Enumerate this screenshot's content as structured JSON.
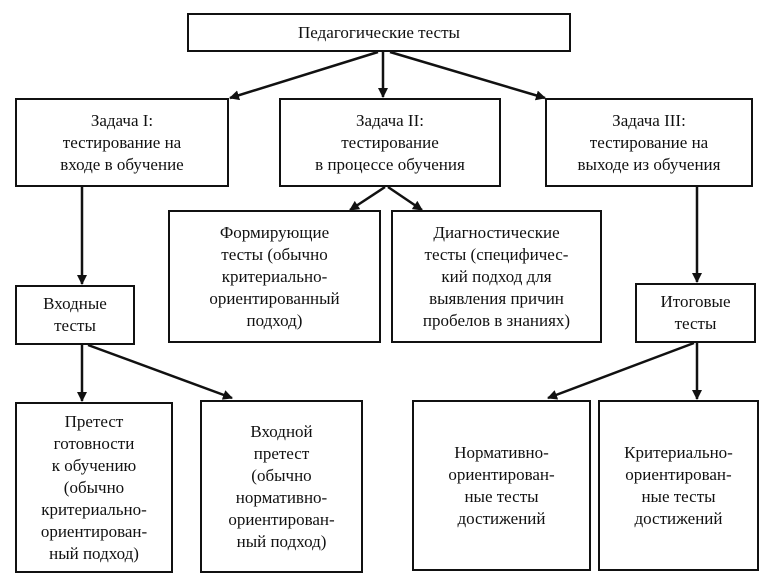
{
  "diagram": {
    "root": {
      "label": "Педагогические тесты"
    },
    "tasks": [
      {
        "id": "task1",
        "label": "Задача I:\nтестирование на\nвходе в обучение"
      },
      {
        "id": "task2",
        "label": "Задача II:\nтестирование\nв процессе обучения"
      },
      {
        "id": "task3",
        "label": "Задача III:\nтестирование на\nвыходе из обучения"
      }
    ],
    "process_tests": [
      {
        "id": "formative",
        "label": "Формирующие\nтесты (обычно\nкритериально-\nориентированный\nподход)"
      },
      {
        "id": "diagnostic",
        "label": "Диагностические\nтесты (специфичес-\nкий подход для\nвыявления причин\nпробелов в знаниях)"
      }
    ],
    "entry_tests": {
      "label": "Входные\nтесты"
    },
    "final_tests": {
      "label": "Итоговые\nтесты"
    },
    "entry_subtests": [
      {
        "id": "readiness",
        "label": "Претест\nготовности\nк обучению\n(обычно\nкритериально-\nориентирован-\nный подход)"
      },
      {
        "id": "entry_pretest",
        "label": "Входной\nпретест\n(обычно\nнормативно-\nориентирован-\nный подход)"
      }
    ],
    "final_subtests": [
      {
        "id": "norm_achievement",
        "label": "Нормативно-\nориентирован-\nные тесты\nдостижений"
      },
      {
        "id": "criterion_achievement",
        "label": "Критериально-\nориентирован-\nные тесты\nдостижений"
      }
    ],
    "edges": [
      [
        "root",
        "task1"
      ],
      [
        "root",
        "task2"
      ],
      [
        "root",
        "task3"
      ],
      [
        "task1",
        "entry_tests"
      ],
      [
        "task2",
        "formative"
      ],
      [
        "task2",
        "diagnostic"
      ],
      [
        "task3",
        "final_tests"
      ],
      [
        "entry_tests",
        "readiness"
      ],
      [
        "entry_tests",
        "entry_pretest"
      ],
      [
        "final_tests",
        "norm_achievement"
      ],
      [
        "final_tests",
        "criterion_achievement"
      ]
    ]
  }
}
